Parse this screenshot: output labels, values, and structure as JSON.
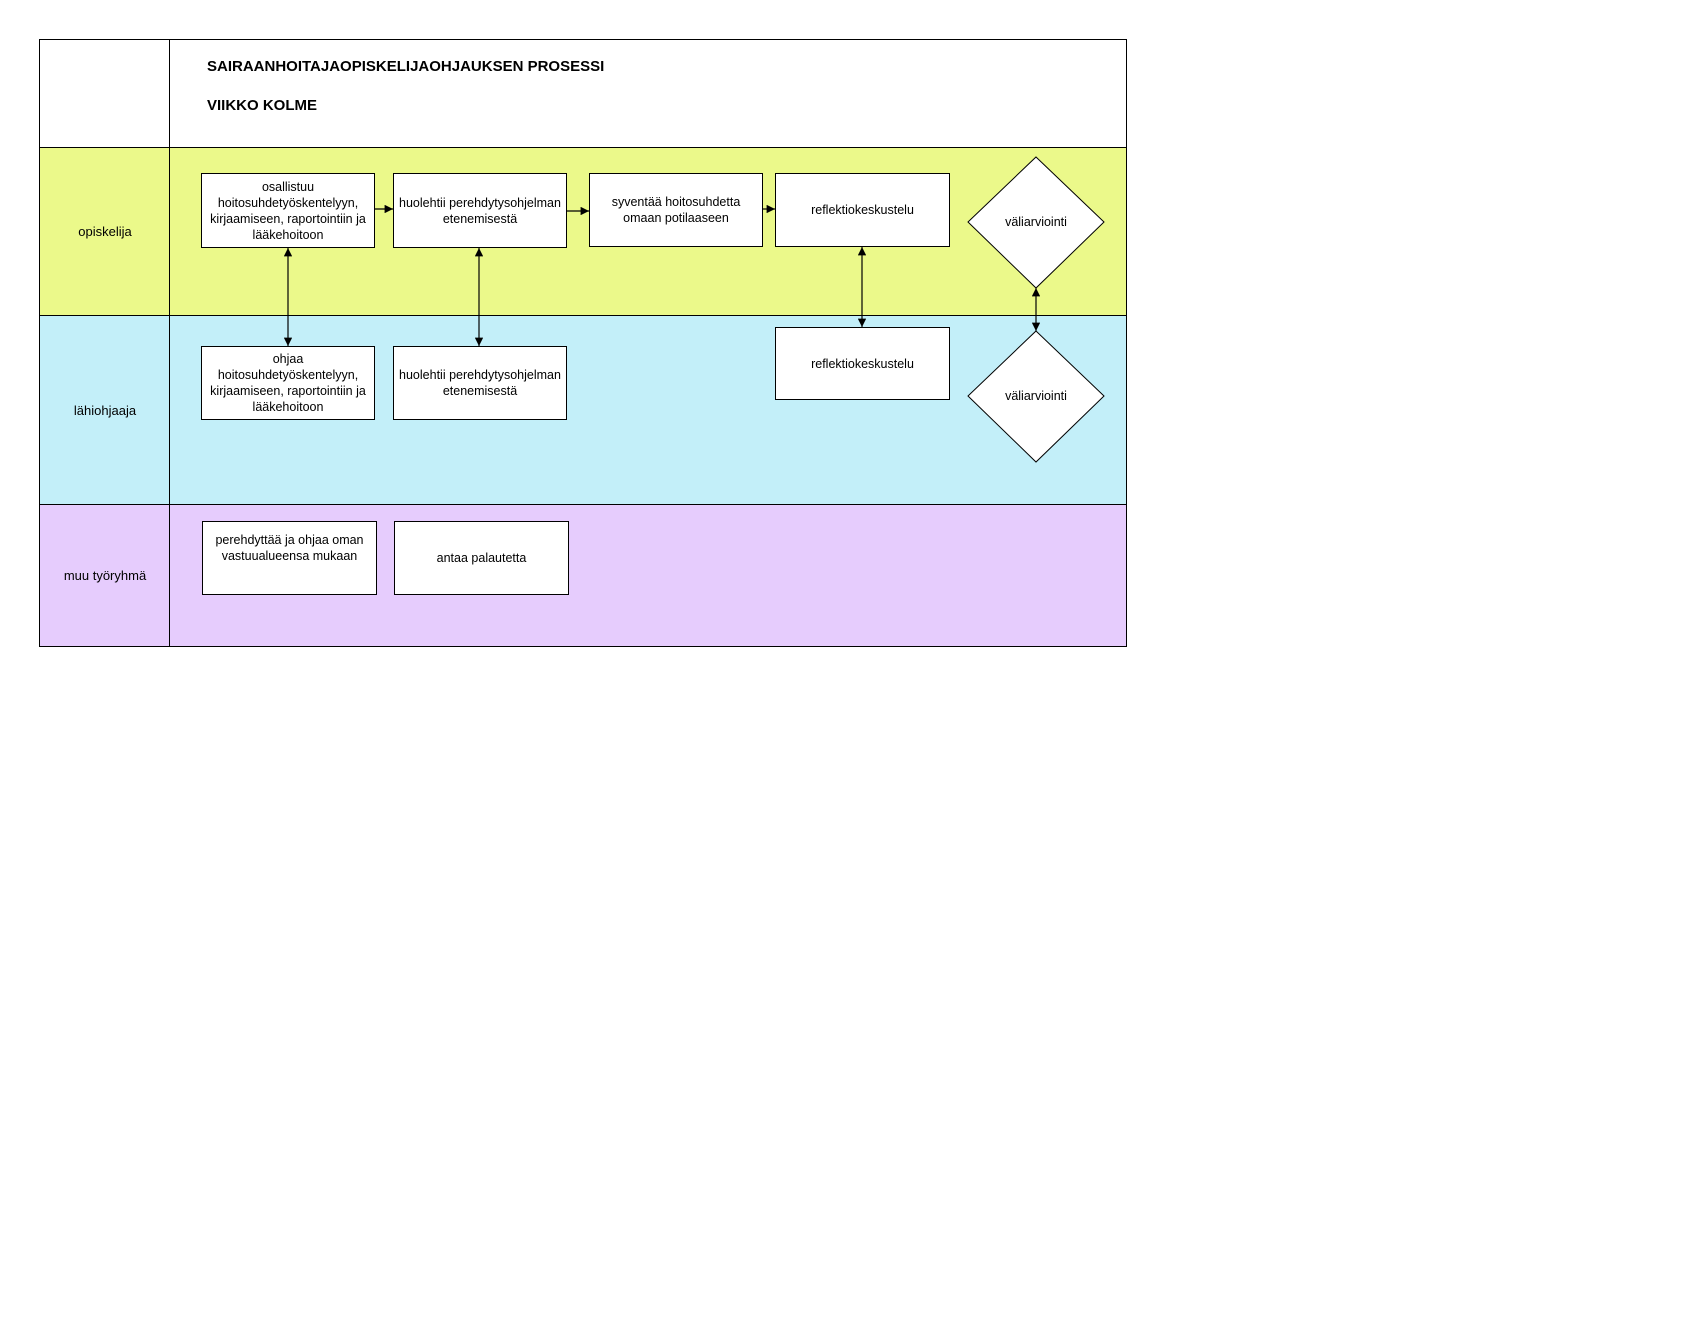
{
  "header": {
    "title": "SAIRAANHOITAJAOPISKELIJAOHJAUKSEN PROSESSI",
    "subtitle": "VIIKKO KOLME"
  },
  "lanes": {
    "opiskelija": "opiskelija",
    "lahiohjaaja": "lähiohjaaja",
    "muu": "muu työryhmä"
  },
  "colors": {
    "opiskelija": "#ebf98a",
    "lahiohjaaja": "#c3eff9",
    "muu": "#e6ccfd"
  },
  "nodes": {
    "op1": "osallistuu hoitosuhdetyöskentelyyn, kirjaamiseen, raportointiin ja lääkehoitoon",
    "op2": "huolehtii perehdytysohjelman etenemisestä",
    "op3": "syventää hoitosuhdetta omaan potilaaseen",
    "op4": "reflektiokeskustelu",
    "op5": "väliarviointi",
    "la1": "ohjaa hoitosuhdetyöskentelyyn, kirjaamiseen, raportointiin ja lääkehoitoon",
    "la2": "huolehtii perehdytysohjelman etenemisestä",
    "la4": "reflektiokeskustelu",
    "la5": "väliarviointi",
    "mu1": "perehdyttää ja ohjaa oman vastuualueensa mukaan",
    "mu2": "antaa palautetta"
  }
}
